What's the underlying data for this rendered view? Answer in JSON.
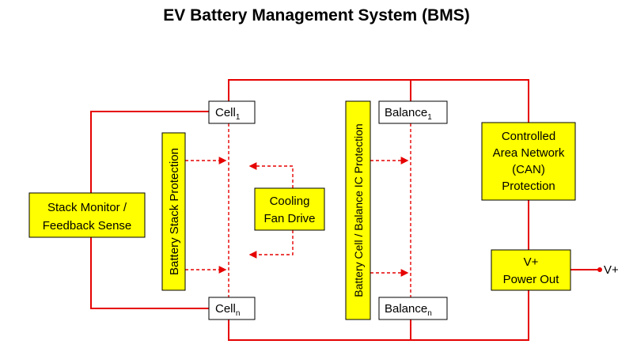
{
  "title": "EV Battery Management System (BMS)",
  "blocks": {
    "stack_monitor": [
      "Stack Monitor /",
      "Feedback Sense"
    ],
    "battery_stack_protection": "Battery Stack Protection",
    "cooling_fan": [
      "Cooling",
      "Fan Drive"
    ],
    "battery_cell_protection": "Battery Cell / Balance IC Protection",
    "can_protection": [
      "Controlled",
      "Area Network",
      "(CAN)",
      "Protection"
    ],
    "power_out": [
      "V+",
      "Power Out"
    ]
  },
  "nodes": {
    "cell_1": {
      "base": "Cell",
      "sub": "1"
    },
    "cell_n": {
      "base": "Cell",
      "sub": "n"
    },
    "balance_1": {
      "base": "Balance",
      "sub": "1"
    },
    "balance_n": {
      "base": "Balance",
      "sub": "n"
    }
  },
  "output_label": "V+",
  "colors": {
    "block_fill": "#ffff00",
    "wire": "#e60000"
  }
}
